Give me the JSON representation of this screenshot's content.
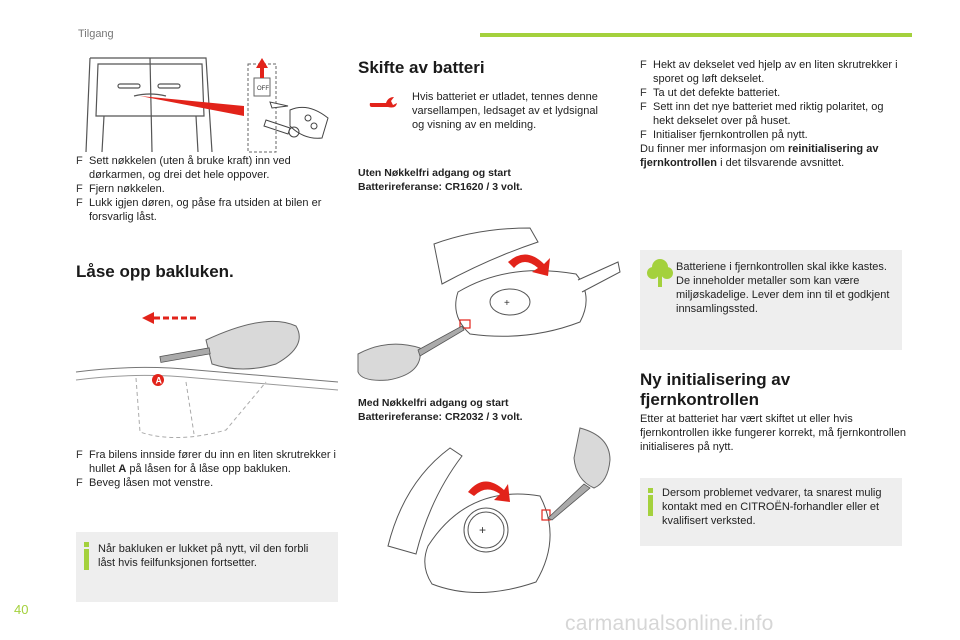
{
  "header": {
    "section_label": "Tilgang",
    "page_number": "40"
  },
  "watermark": "carmanualsonline.info",
  "col1": {
    "figure_top": {
      "icons": [
        "van-rear-door",
        "key-fob",
        "mechanical-key",
        "off-label"
      ]
    },
    "steps_top": [
      "Sett nøkkelen (uten å bruke kraft) inn ved dørkarmen, og drei det hele oppover.",
      "Fjern nøkkelen.",
      "Lukk igjen døren, og påse fra utsiden at bilen er forsvarlig låst."
    ],
    "section_title": "Låse opp bakluken.",
    "figure_callout": "A",
    "steps_bottom_1a": "Fra bilens innside fører du inn en liten skrutrekker i hullet ",
    "steps_bottom_1b": "A",
    "steps_bottom_1c": " på låsen for å låse opp bakluken.",
    "steps_bottom_2": "Beveg låsen mot venstre.",
    "note": "Når bakluken er lukket på nytt, vil den forbli låst hvis feilfunksjonen fortsetter."
  },
  "col2": {
    "section_title": "Skifte av batteri",
    "warning_text": "Hvis batteriet er utladet, tennes denne varsellampen, ledsaget av et lydsignal og visning av en melding.",
    "sub1_line1": "Uten Nøkkelfri adgang og start",
    "sub1_line2": "Batterireferanse: CR1620 / 3 volt.",
    "sub2_line1": "Med Nøkkelfri adgang og start",
    "sub2_line2": "Batterireferanse: CR2032 / 3 volt."
  },
  "col3": {
    "steps": [
      "Hekt av dekselet ved hjelp av en liten skrutrekker i sporet og løft dekselet.",
      "Ta ut det defekte batteriet.",
      "Sett inn det nye batteriet med riktig polaritet, og hekt dekselet over på huset.",
      "Initialiser fjernkontrollen på nytt."
    ],
    "ref_text_a": "Du finner mer informasjon om ",
    "ref_text_b": "reinitialisering av fjernkontrollen",
    "ref_text_c": " i det tilsvarende avsnittet.",
    "env_note": "Batteriene i fjernkontrollen skal ikke kastes. De inneholder metaller som kan være miljøskadelige. Lever dem inn til et godkjent innsamlingssted.",
    "section_title_line1": "Ny initialisering av",
    "section_title_line2": "fjernkontrollen",
    "init_text": "Etter at batteriet har vært skiftet ut eller hvis fjernkontrollen ikke fungerer korrekt, må fjernkontrollen initialiseres på nytt.",
    "info_note": "Dersom problemet vedvarer, ta snarest mulig kontakt med en CITROËN-forhandler eller et kvalifisert verksted."
  },
  "colors": {
    "accent_green": "#a4d13d",
    "accent_red": "#e2231a",
    "note_bg": "#eeeeee"
  }
}
